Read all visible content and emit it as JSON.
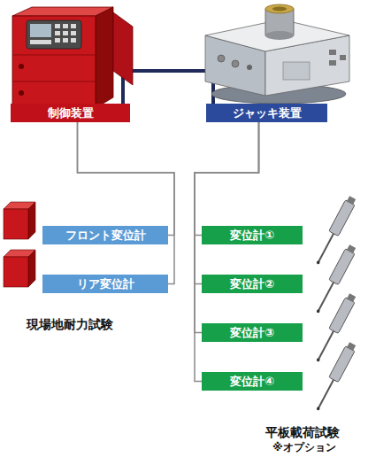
{
  "diagram": {
    "nodes": [
      {
        "text": [
          "制御装置"
        ]
      },
      {
        "text": [
          "ジャッキ装置"
        ]
      },
      {
        "text": [
          "フロント変位計"
        ]
      },
      {
        "text": [
          "リア変位計"
        ]
      },
      {
        "text": [
          "変位計①"
        ]
      },
      {
        "text": [
          "変位計②"
        ]
      },
      {
        "text": [
          "変位計③"
        ]
      },
      {
        "text": [
          "変位計④"
        ]
      }
    ],
    "edges": [
      {
        "from": 0,
        "to": 1,
        "arrow": "none"
      },
      {
        "from": 0,
        "to": 2,
        "arrow": "none"
      },
      {
        "from": 0,
        "to": 3,
        "arrow": "none"
      },
      {
        "from": 1,
        "to": 4,
        "arrow": "none"
      },
      {
        "from": 1,
        "to": 5,
        "arrow": "none"
      },
      {
        "from": 1,
        "to": 6,
        "arrow": "none"
      },
      {
        "from": 1,
        "to": 7,
        "arrow": "none"
      }
    ],
    "labels": [
      "現場地耐力試験",
      "平板載荷試験",
      "※オプション"
    ]
  }
}
